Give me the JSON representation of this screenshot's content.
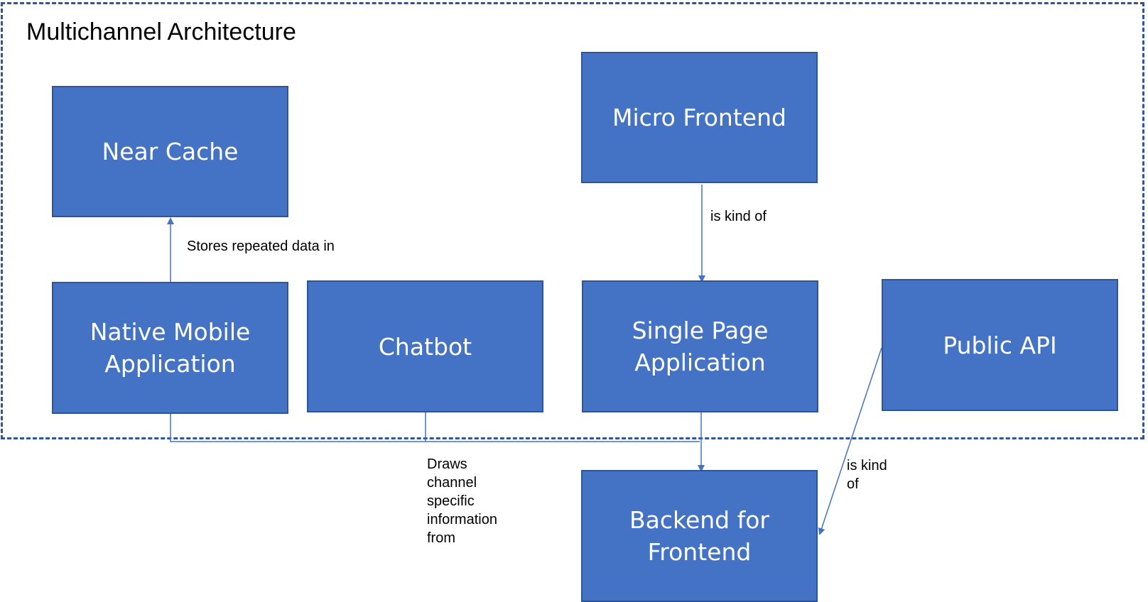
{
  "diagram": {
    "title": "Multichannel Architecture",
    "nodes": {
      "near_cache": "Near Cache",
      "micro_frontend": "Micro Frontend",
      "native_mobile": "Native Mobile\nApplication",
      "chatbot": "Chatbot",
      "spa": "Single Page\nApplication",
      "public_api": "Public API",
      "bff": "Backend for\nFrontend"
    },
    "edges": {
      "stores": "Stores repeated  data in",
      "kind_of_spa": "is kind of",
      "draws": "Draws\nchannel\nspecific\ninformation\nfrom",
      "kind_of_api": "is kind\nof"
    }
  },
  "colors": {
    "box_fill": "#4472c4",
    "box_border": "#2f5597",
    "connector": "#4472c4",
    "boundary": "#2f5597"
  }
}
